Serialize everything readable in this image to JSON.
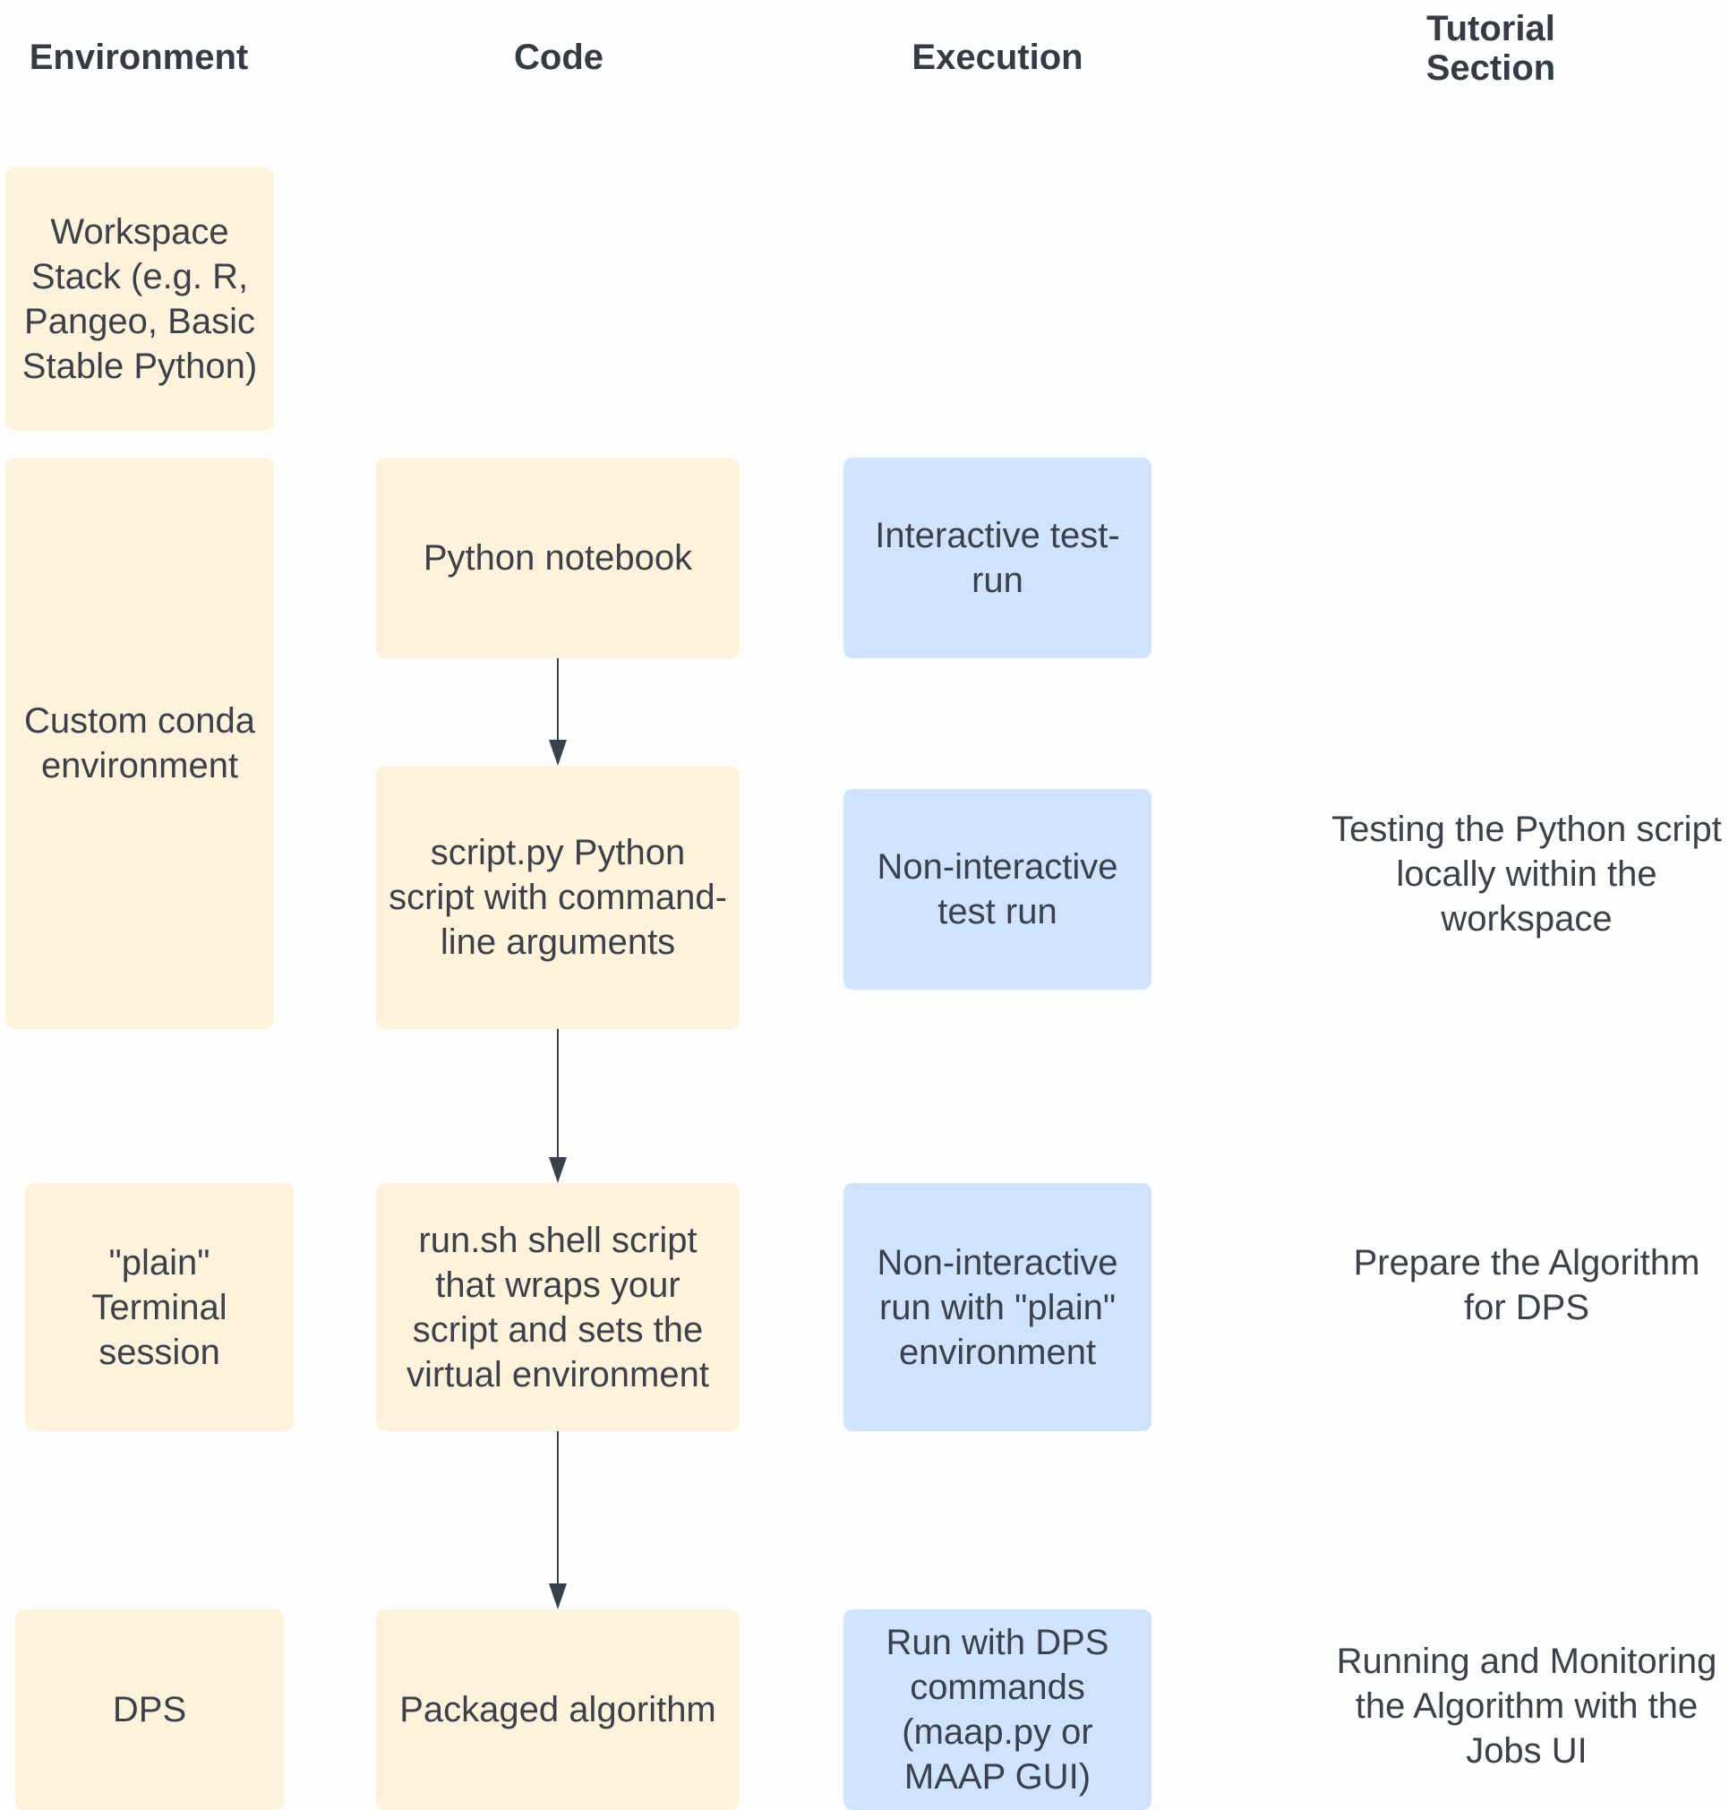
{
  "headers": {
    "environment": "Environment",
    "code": "Code",
    "execution": "Execution",
    "tutorial": "Tutorial\nSection"
  },
  "environment": {
    "workspace_stack": "Workspace Stack (e.g. R, Pangeo, Basic Stable Python)",
    "custom_conda": "Custom conda environment",
    "plain_terminal": "\"plain\" Terminal session",
    "dps": "DPS"
  },
  "code": {
    "python_notebook": "Python notebook",
    "script_py": "script.py Python script with command-line arguments",
    "run_sh": "run.sh shell script that wraps your script and sets the virtual environment",
    "packaged_algorithm": "Packaged algorithm"
  },
  "execution": {
    "interactive": "Interactive test-run",
    "non_interactive": "Non-interactive test run",
    "non_interactive_plain": "Non-interactive run with \"plain\" environment",
    "dps_run": "Run with DPS commands (maap.py or MAAP GUI)"
  },
  "tutorial": {
    "testing": "Testing the Python script locally within the workspace",
    "prepare": "Prepare the Algorithm for DPS",
    "running": "Running and Monitoring the Algorithm with the Jobs UI"
  },
  "colors": {
    "code_env_box": "#fff2db",
    "execution_box": "#cfe3fe",
    "arrow": "#3a414a"
  }
}
